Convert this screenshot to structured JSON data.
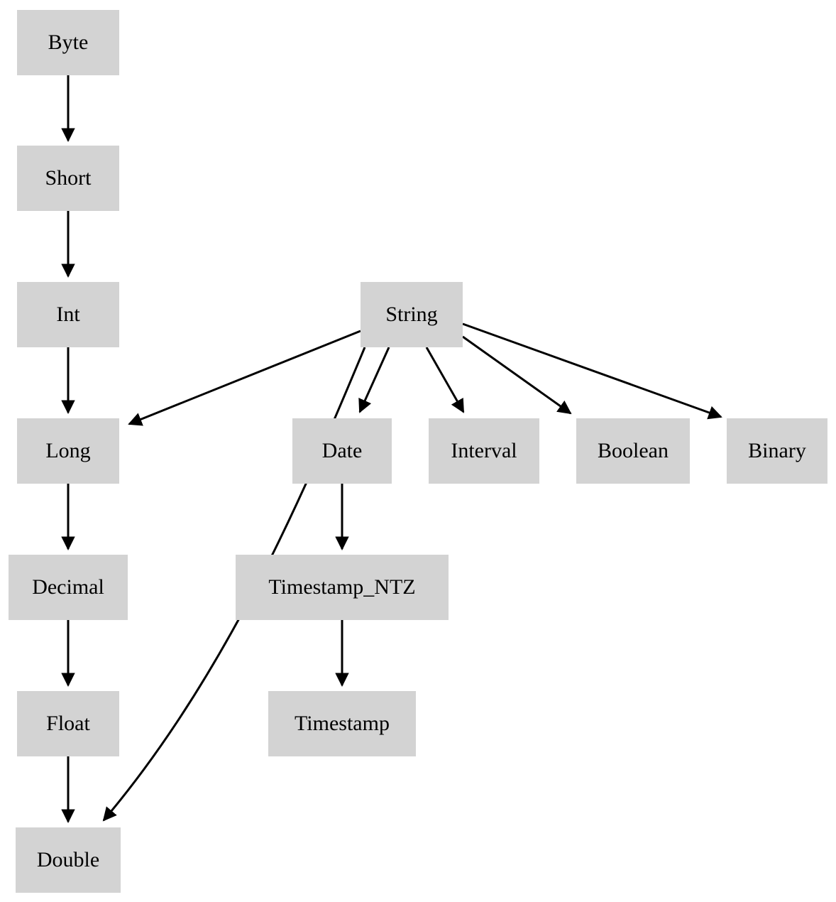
{
  "diagram": {
    "type": "directed-graph",
    "node_fill_color": "#d3d3d3",
    "node_text_color": "#000000",
    "edge_color": "#000000",
    "background_color": "#ffffff",
    "nodes": [
      {
        "id": "byte",
        "label": "Byte"
      },
      {
        "id": "short",
        "label": "Short"
      },
      {
        "id": "int",
        "label": "Int"
      },
      {
        "id": "string",
        "label": "String"
      },
      {
        "id": "long",
        "label": "Long"
      },
      {
        "id": "date",
        "label": "Date"
      },
      {
        "id": "interval",
        "label": "Interval"
      },
      {
        "id": "boolean",
        "label": "Boolean"
      },
      {
        "id": "binary",
        "label": "Binary"
      },
      {
        "id": "decimal",
        "label": "Decimal"
      },
      {
        "id": "timestamp_ntz",
        "label": "Timestamp_NTZ"
      },
      {
        "id": "float",
        "label": "Float"
      },
      {
        "id": "timestamp",
        "label": "Timestamp"
      },
      {
        "id": "double",
        "label": "Double"
      }
    ],
    "edges": [
      {
        "from": "byte",
        "to": "short"
      },
      {
        "from": "short",
        "to": "int"
      },
      {
        "from": "int",
        "to": "long"
      },
      {
        "from": "long",
        "to": "decimal"
      },
      {
        "from": "decimal",
        "to": "float"
      },
      {
        "from": "float",
        "to": "double"
      },
      {
        "from": "string",
        "to": "long"
      },
      {
        "from": "string",
        "to": "double"
      },
      {
        "from": "string",
        "to": "date"
      },
      {
        "from": "string",
        "to": "interval"
      },
      {
        "from": "string",
        "to": "boolean"
      },
      {
        "from": "string",
        "to": "binary"
      },
      {
        "from": "date",
        "to": "timestamp_ntz"
      },
      {
        "from": "timestamp_ntz",
        "to": "timestamp"
      }
    ]
  }
}
